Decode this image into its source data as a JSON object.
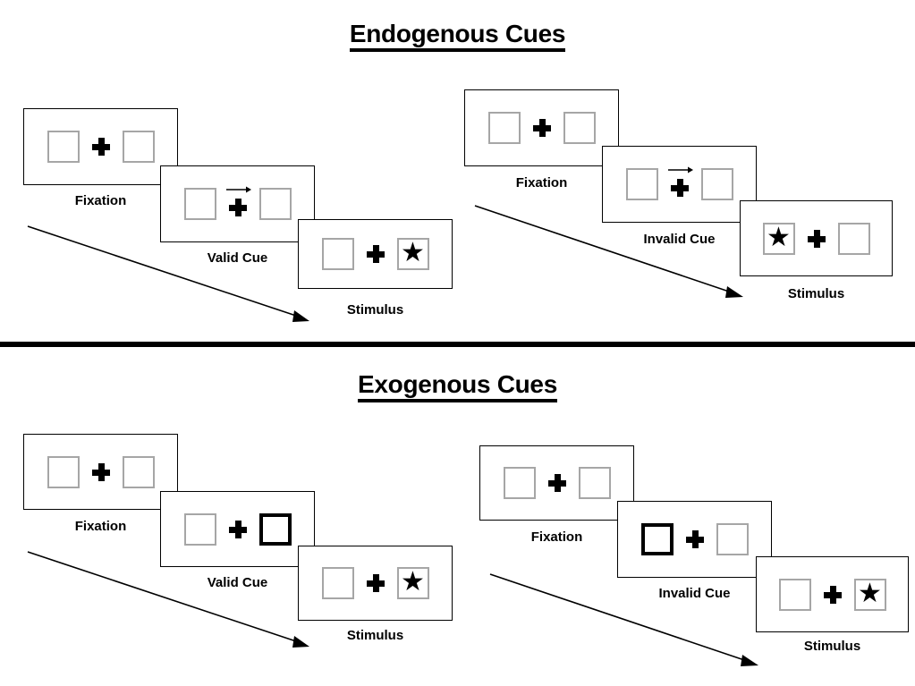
{
  "figure": {
    "title_top": "Endogenous Cues",
    "title_bottom": "Exogenous Cues"
  },
  "labels": {
    "fixation": "Fixation",
    "valid_cue": "Valid Cue",
    "invalid_cue": "Invalid Cue",
    "stimulus": "Stimulus"
  },
  "icons": {
    "star": "★",
    "fixation_cross": "plus-icon",
    "directional_cue": "right-arrow-icon",
    "time_flow": "diagonal-arrow-icon"
  },
  "colors": {
    "box_border": "#a6a6a6",
    "cued_box_border": "#000000",
    "panel_border": "#000000",
    "ink": "#000000",
    "background": "#ffffff"
  },
  "sections": [
    {
      "id": "endogenous",
      "title": "Endogenous Cues",
      "sequences": [
        {
          "id": "endogenous-valid",
          "frames": [
            {
              "label": "Fixation",
              "cue": "none",
              "cue_side": "none",
              "star_side": "none"
            },
            {
              "label": "Valid Cue",
              "cue": "arrow",
              "cue_side": "right",
              "star_side": "none"
            },
            {
              "label": "Stimulus",
              "cue": "none",
              "cue_side": "none",
              "star_side": "right"
            }
          ]
        },
        {
          "id": "endogenous-invalid",
          "frames": [
            {
              "label": "Fixation",
              "cue": "none",
              "cue_side": "none",
              "star_side": "none"
            },
            {
              "label": "Invalid Cue",
              "cue": "arrow",
              "cue_side": "right",
              "star_side": "none"
            },
            {
              "label": "Stimulus",
              "cue": "none",
              "cue_side": "none",
              "star_side": "left"
            }
          ]
        }
      ]
    },
    {
      "id": "exogenous",
      "title": "Exogenous Cues",
      "sequences": [
        {
          "id": "exogenous-valid",
          "frames": [
            {
              "label": "Fixation",
              "cue": "none",
              "cue_side": "none",
              "star_side": "none"
            },
            {
              "label": "Valid Cue",
              "cue": "box-flash",
              "cue_side": "right",
              "star_side": "none"
            },
            {
              "label": "Stimulus",
              "cue": "none",
              "cue_side": "none",
              "star_side": "right"
            }
          ]
        },
        {
          "id": "exogenous-invalid",
          "frames": [
            {
              "label": "Fixation",
              "cue": "none",
              "cue_side": "none",
              "star_side": "none"
            },
            {
              "label": "Invalid Cue",
              "cue": "box-flash",
              "cue_side": "left",
              "star_side": "none"
            },
            {
              "label": "Stimulus",
              "cue": "none",
              "cue_side": "none",
              "star_side": "right"
            }
          ]
        }
      ]
    }
  ]
}
